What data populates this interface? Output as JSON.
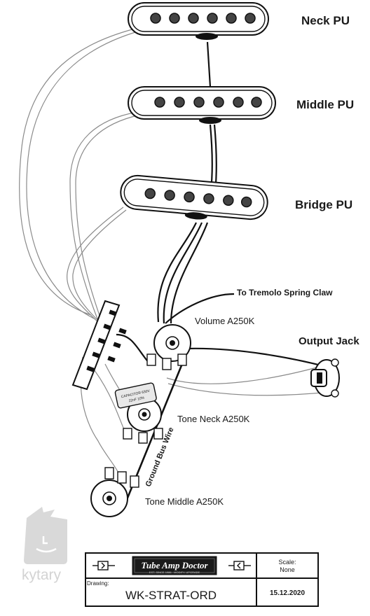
{
  "labels": {
    "neck_pu": "Neck PU",
    "middle_pu": "Middle PU",
    "bridge_pu": "Bridge PU",
    "tremolo": "To Tremolo Spring Claw",
    "volume": "Volume A250K",
    "output_jack": "Output Jack",
    "tone_neck": "Tone Neck A250K",
    "ground_bus": "Ground Bus Wire",
    "tone_middle": "Tone Middle A250K"
  },
  "capacitor": {
    "line1": "CAPACITOR 630V",
    "line2": "22nF  10%"
  },
  "watermark": {
    "brand": "kytary"
  },
  "title_block": {
    "logo_text": "Tube Amp Doctor",
    "logo_subtext": "EST. SINCE 1986 · MODIFY. UPGRADE",
    "scale_label": "Scale:",
    "scale_value": "None",
    "drawing_label": "Drawing:",
    "drawing_value": "WK-STRAT-ORD",
    "date": "15.12.2020"
  },
  "colors": {
    "line": "#111111",
    "wire_grey": "#8a8a8a",
    "watermark": "#d7d7d7"
  }
}
